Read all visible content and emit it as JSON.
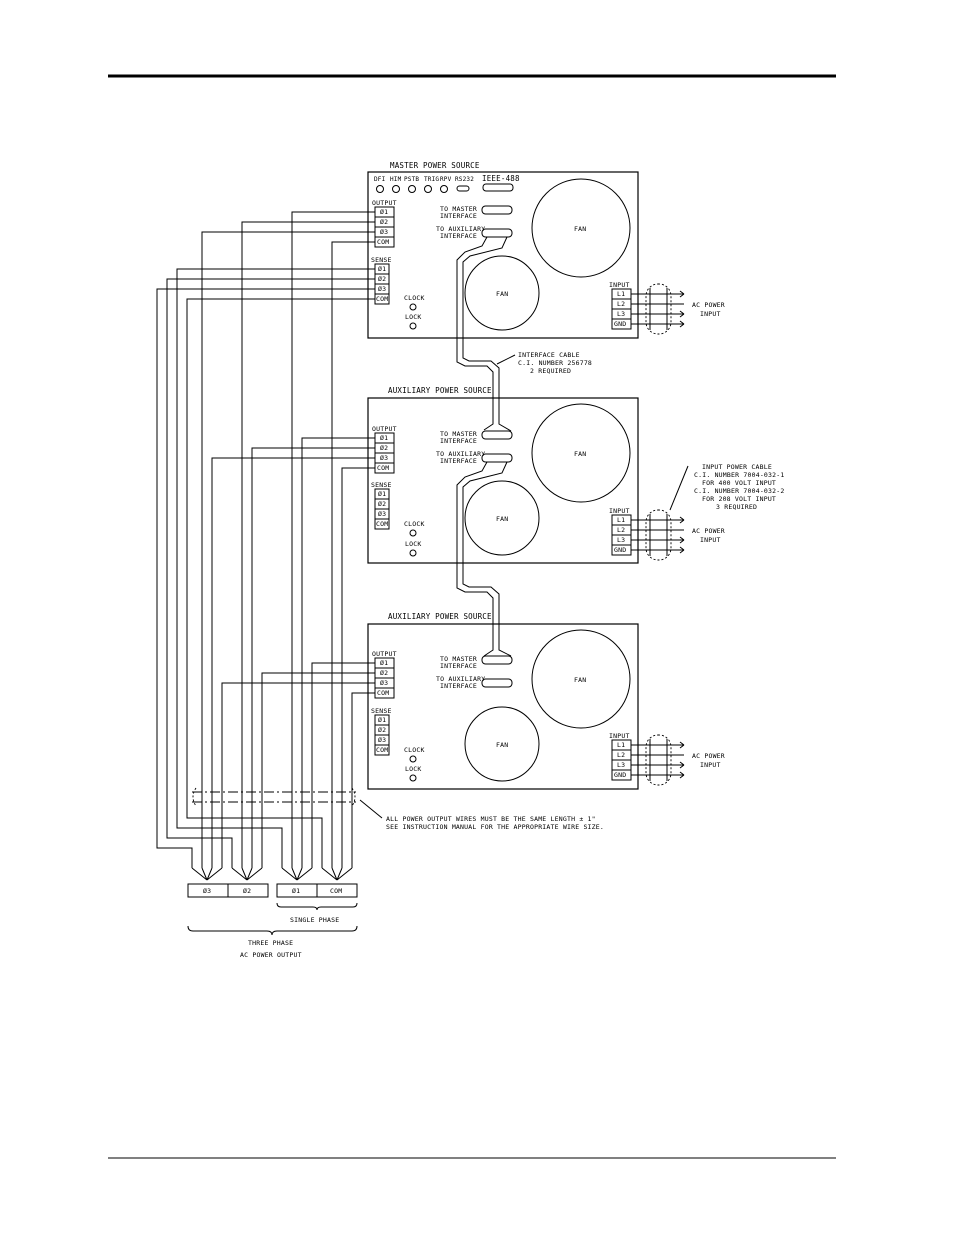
{
  "master": {
    "title": "MASTER POWER SOURCE",
    "indicators": [
      "DFI",
      "HIM",
      "PSTB",
      "TRIG",
      "RPV",
      "RS232"
    ],
    "ieee": "IEEE-488",
    "to_master": [
      "TO MASTER",
      "INTERFACE"
    ],
    "to_aux": [
      "TO AUXILIARY",
      "INTERFACE"
    ],
    "fan": "FAN",
    "output_label": "OUTPUT",
    "outputs": [
      "Ø1",
      "Ø2",
      "Ø3",
      "COM"
    ],
    "sense_label": "SENSE",
    "senses": [
      "Ø1",
      "Ø2",
      "Ø3",
      "COM"
    ],
    "clock": "CLOCK",
    "lock": "LOCK",
    "input_label": "INPUT",
    "inputs": [
      "L1",
      "L2",
      "L3",
      "GND"
    ]
  },
  "aux1": {
    "title": "AUXILIARY POWER SOURCE",
    "to_master": [
      "TO MASTER",
      "INTERFACE"
    ],
    "to_aux": [
      "TO AUXILIARY",
      "INTERFACE"
    ],
    "fan": "FAN",
    "output_label": "OUTPUT",
    "outputs": [
      "Ø1",
      "Ø2",
      "Ø3",
      "COM"
    ],
    "sense_label": "SENSE",
    "senses": [
      "Ø1",
      "Ø2",
      "Ø3",
      "COM"
    ],
    "clock": "CLOCK",
    "lock": "LOCK",
    "input_label": "INPUT",
    "inputs": [
      "L1",
      "L2",
      "L3",
      "GND"
    ]
  },
  "aux2": {
    "title": "AUXILIARY POWER SOURCE",
    "to_master": [
      "TO MASTER",
      "INTERFACE"
    ],
    "to_aux": [
      "TO AUXILIARY",
      "INTERFACE"
    ],
    "fan": "FAN",
    "output_label": "OUTPUT",
    "outputs": [
      "Ø1",
      "Ø2",
      "Ø3",
      "COM"
    ],
    "sense_label": "SENSE",
    "senses": [
      "Ø1",
      "Ø2",
      "Ø3",
      "COM"
    ],
    "clock": "CLOCK",
    "lock": "LOCK",
    "input_label": "INPUT",
    "inputs": [
      "L1",
      "L2",
      "L3",
      "GND"
    ]
  },
  "ac_power_input": [
    "AC POWER",
    "INPUT"
  ],
  "interface_cable": [
    "INTERFACE CABLE",
    "C.I. NUMBER 256778",
    "2 REQUIRED"
  ],
  "input_power_cable": [
    "INPUT POWER CABLE",
    "C.I. NUMBER 7004-032-1",
    "FOR 400 VOLT INPUT",
    "C.I. NUMBER 7004-032-2",
    "FOR 208 VOLT INPUT",
    "3 REQUIRED"
  ],
  "wire_note": [
    "ALL POWER OUTPUT WIRES MUST BE THE SAME LENGTH ± 1\"",
    "SEE INSTRUCTION MANUAL FOR THE APPROPRIATE WIRE SIZE."
  ],
  "terminals": [
    "Ø3",
    "Ø2",
    "Ø1",
    "COM"
  ],
  "single_phase": "SINGLE PHASE",
  "three_phase": [
    "THREE PHASE",
    "AC POWER OUTPUT"
  ]
}
